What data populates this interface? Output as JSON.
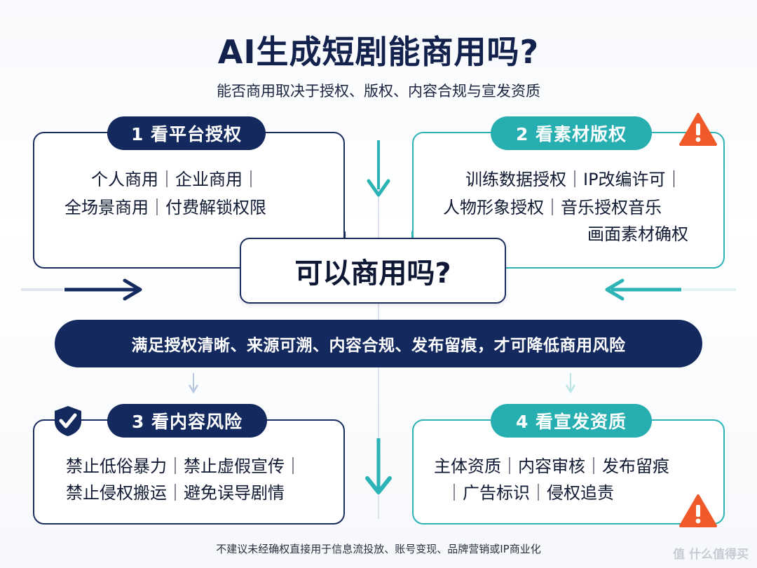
{
  "title": "AI生成短剧能商用吗?",
  "subtitle": "能否商用取决于授权、版权、内容合规与宣发资质",
  "card1": {
    "label": "1 看平台授权",
    "lines": [
      "个人商用｜企业商用｜",
      "全场景商用｜付费解锁权限"
    ]
  },
  "card2": {
    "label": "2 看素材版权",
    "lines": [
      "训练数据授权｜IP改编许可｜",
      "人物形象授权｜音乐授权音乐",
      "画面素材确权"
    ]
  },
  "center": "可以商用吗?",
  "banner": "满足授权清晰、来源可溯、内容合规、发布留痕，才可降低商用风险",
  "card3": {
    "label": "3 看内容风险",
    "lines": [
      "禁止低俗暴力｜禁止虚假宣传｜",
      "禁止侵权搬运｜避免误导剧情"
    ]
  },
  "card4": {
    "label": "4 看宣发资质",
    "lines": [
      "主体资质｜内容审核｜发布留痕",
      "｜广告标识｜侵权追责"
    ]
  },
  "footer": "不建议未经确权直接用于信息流投放、账号变现、品牌营销或IP商业化",
  "watermark": "值 什么值得买",
  "icons": {
    "warning": "warning-triangle-icon",
    "check": "checkmark-badge-icon",
    "arrow": "arrow-icon"
  },
  "colors": {
    "navy": "#142a5e",
    "teal": "#27aeb0",
    "warning": "#f0592a"
  }
}
